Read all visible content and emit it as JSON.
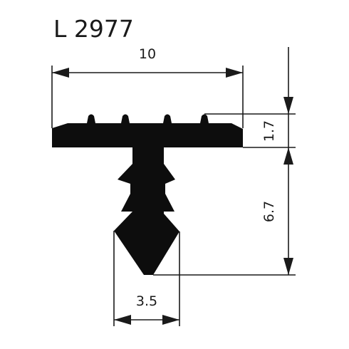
{
  "title": "L 2977",
  "dimensions": {
    "width_top": "10",
    "flange_height": "1.7",
    "stem_height": "6.7",
    "tip_width": "3.5"
  },
  "colors": {
    "profile": "#0d0d0d",
    "lines": "#1a1a1a",
    "background": "#ffffff"
  }
}
